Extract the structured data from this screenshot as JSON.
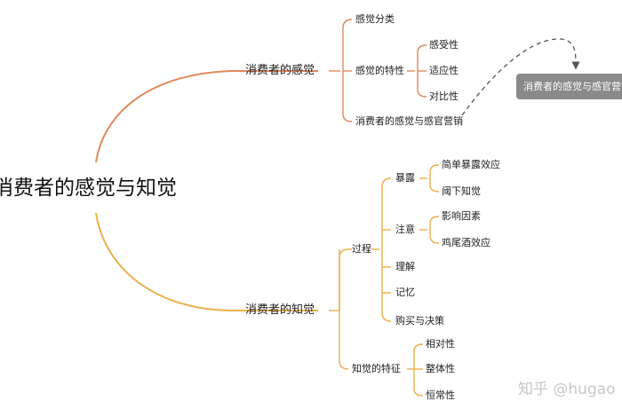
{
  "root": "消费者的感觉与知觉",
  "branches": {
    "sensation": {
      "label": "消费者的感觉",
      "items": {
        "classification": "感觉分类",
        "traits": {
          "label": "感觉的特性",
          "children": [
            "感受性",
            "适应性",
            "对比性"
          ]
        },
        "marketing": "消费者的感觉与感官营销"
      }
    },
    "perception": {
      "label": "消费者的知觉",
      "process": {
        "label": "过程",
        "exposure": {
          "label": "暴露",
          "children": [
            "简单暴露效应",
            "阈下知觉"
          ]
        },
        "attention": {
          "label": "注意",
          "children": [
            "影响因素",
            "鸡尾酒效应"
          ]
        },
        "comprehension": "理解",
        "memory": "记忆",
        "purchase": "购买与决策"
      },
      "features": {
        "label": "知觉的特征",
        "children": [
          "相对性",
          "整体性",
          "恒常性"
        ]
      }
    }
  },
  "callout": "消费者的感觉与感官营销",
  "watermark": "知乎 @hugao",
  "colors": {
    "sensation_branch": "#e0895d",
    "perception_branch": "#ebb04a",
    "connector": "#555555",
    "callout_bg": "#8a8a8a"
  }
}
